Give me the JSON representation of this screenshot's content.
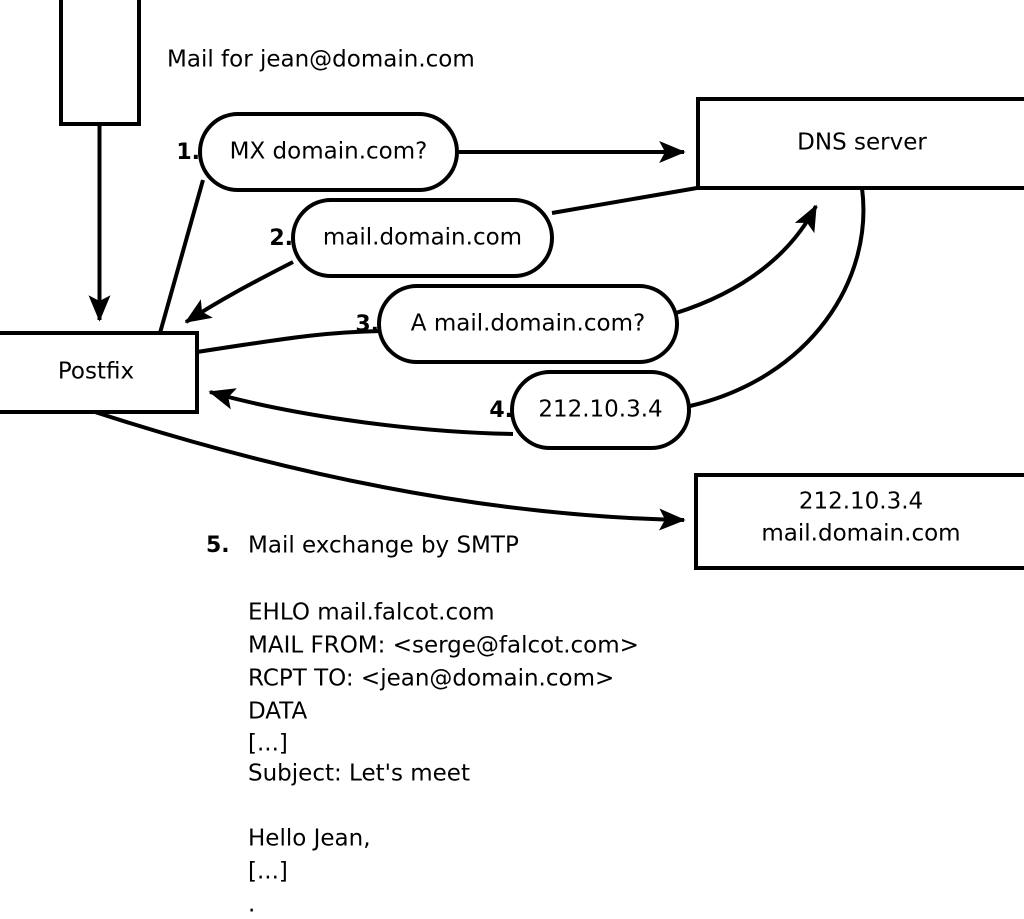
{
  "diagram": {
    "title_caption": "Mail for jean@domain.com",
    "nodes": [
      {
        "id": "mail-client",
        "label": ""
      },
      {
        "id": "postfix",
        "label": "Postfix"
      },
      {
        "id": "dns-server",
        "label": "DNS server"
      },
      {
        "id": "remote-mx-line1",
        "label": "212.10.3.4"
      },
      {
        "id": "remote-mx-line2",
        "label": "mail.domain.com"
      }
    ],
    "steps": [
      {
        "number": "1.",
        "label": "MX domain.com?"
      },
      {
        "number": "2.",
        "label": "mail.domain.com"
      },
      {
        "number": "3.",
        "label": "A mail.domain.com?"
      },
      {
        "number": "4.",
        "label": "212.10.3.4"
      }
    ],
    "step5": {
      "number": "5.",
      "label": "Mail exchange by SMTP"
    },
    "transcript": [
      "EHLO mail.falcot.com",
      "MAIL FROM: <serge@falcot.com>",
      "RCPT TO: <jean@domain.com>",
      "DATA",
      "[...]",
      "Subject: Let's meet",
      "",
      "Hello Jean,",
      "[...]",
      "."
    ],
    "colors": {
      "stroke": "#000000",
      "fill": "#ffffff",
      "background": "#ffffff"
    }
  }
}
